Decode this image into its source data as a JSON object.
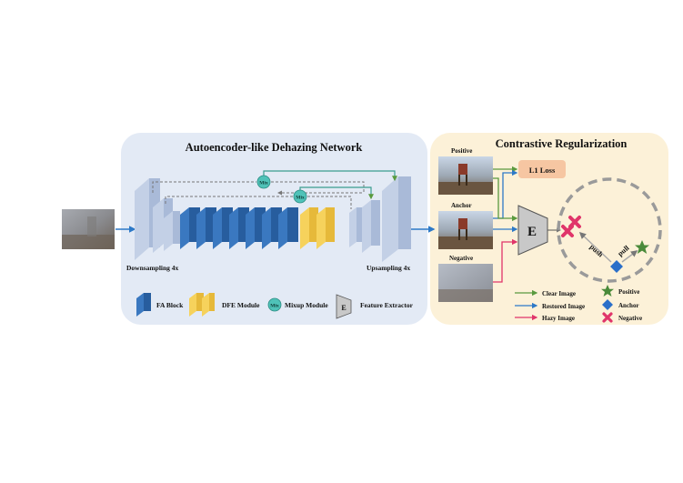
{
  "left_panel": {
    "title": "Autoencoder-like Dehazing Network",
    "downsampling_label": "Downsampling 4x",
    "upsampling_label": "Upsampling 4x",
    "mix_label": "Mix"
  },
  "right_panel": {
    "title": "Contrastive Regularization",
    "positive_label": "Positive",
    "anchor_label": "Anchor",
    "negative_label": "Negative",
    "l1_loss_label": "L1 Loss",
    "extractor_letter": "E",
    "push_label": "push",
    "pull_label": "pull"
  },
  "legend": {
    "fa_block": "FA Block",
    "dfe_module": "DFE Module",
    "mixup_module": "Mixup Module",
    "mix_badge": "Mix",
    "feature_extractor": "Feature Extractor",
    "extractor_letter": "E",
    "clear_image": "Clear Image",
    "restored_image": "Restored Image",
    "hazy_image": "Hazy Image",
    "positive": "Positive",
    "anchor": "Anchor",
    "negative": "Negative"
  },
  "colors": {
    "left_panel_bg": "#e3eaf5",
    "right_panel_bg": "#fcf1d8",
    "fa_block": "#3a78c0",
    "dfe_module": "#f6d25c",
    "mixup": "#4fc2b8",
    "clear_arrow": "#5a9a3e",
    "restored_arrow": "#2d79c7",
    "hazy_arrow": "#e0356a",
    "loss_box": "#f6c6a2",
    "positive_star": "#4a8a3a",
    "anchor_diamond": "#2a6fc9",
    "negative_cross": "#e0356a"
  }
}
